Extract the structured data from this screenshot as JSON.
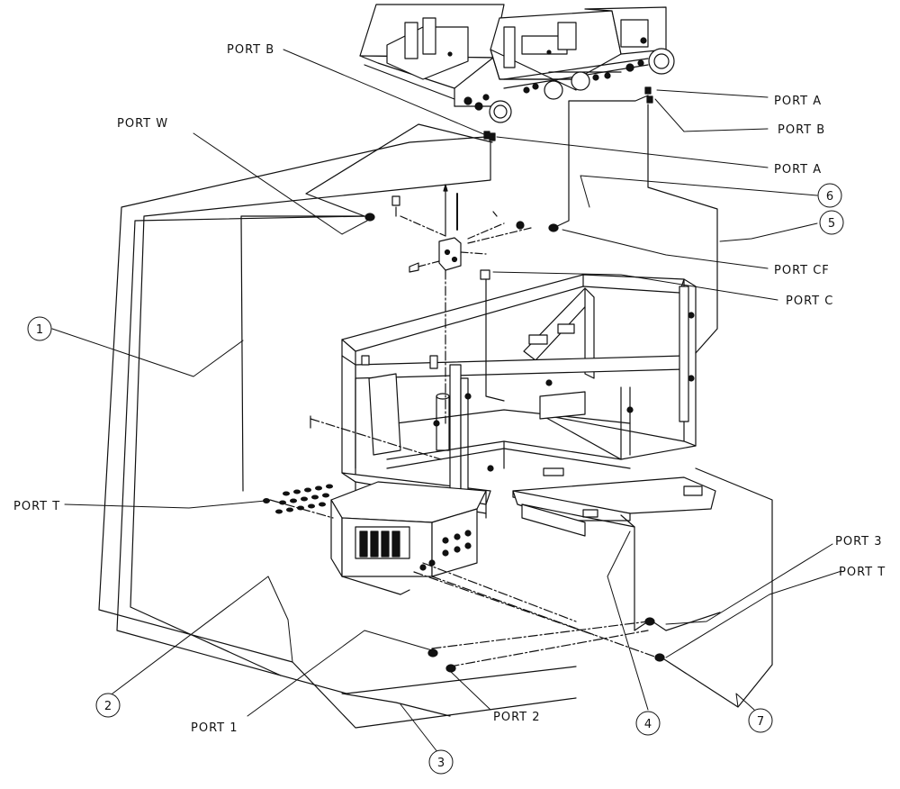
{
  "ports": {
    "port_b_top": "PORT B",
    "port_w": "PORT W",
    "port_a_top": "PORT A",
    "port_b_right": "PORT B",
    "port_a_mid": "PORT A",
    "port_cf": "PORT CF",
    "port_c": "PORT C",
    "port_t_left": "PORT T",
    "port_3": "PORT 3",
    "port_t_right": "PORT T",
    "port_1": "PORT 1",
    "port_2": "PORT 2"
  },
  "callouts": [
    "1",
    "2",
    "3",
    "4",
    "5",
    "6",
    "7"
  ],
  "colors": {
    "line": "#111111",
    "background": "#ffffff"
  }
}
